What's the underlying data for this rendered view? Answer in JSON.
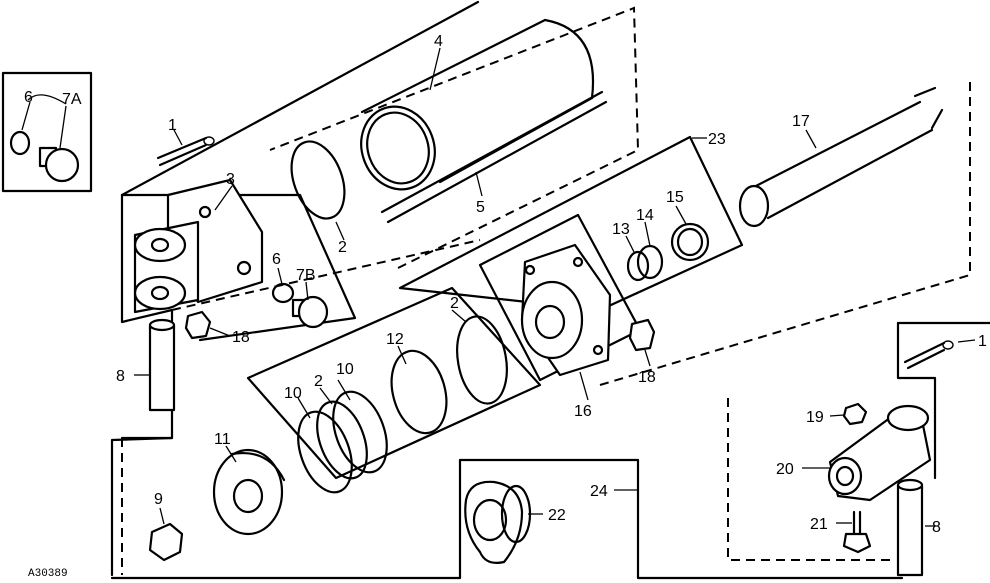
{
  "figure": {
    "image_code": "A30389",
    "callouts": {
      "c1a": "1",
      "c1b": "1",
      "c2a": "2",
      "c2b": "2",
      "c2c": "2",
      "c3": "3",
      "c4": "4",
      "c5": "5",
      "c6a": "6",
      "c6b": "6",
      "c7a": "7A",
      "c7b": "7B",
      "c8a": "8",
      "c8b": "8",
      "c9": "9",
      "c10a": "10",
      "c10b": "10",
      "c11": "11",
      "c12": "12",
      "c13": "13",
      "c14": "14",
      "c15": "15",
      "c16": "16",
      "c17": "17",
      "c18a": "18",
      "c18b": "18",
      "c19": "19",
      "c20": "20",
      "c21": "21",
      "c22": "22",
      "c23": "23",
      "c24": "24"
    }
  }
}
